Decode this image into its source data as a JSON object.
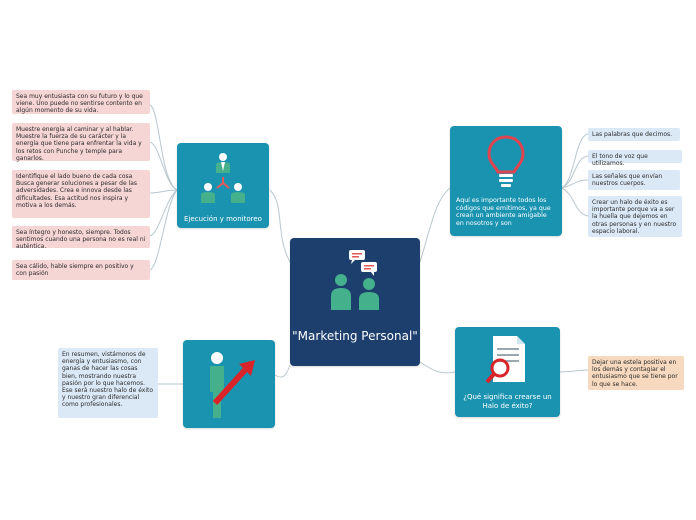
{
  "colors": {
    "central": "#1c3f6e",
    "topic": "#1a93b0",
    "note_pink": "#f6d5d5",
    "note_blue": "#dbe9f6",
    "note_peach": "#f6d9be",
    "connector": "#b9c7cf"
  },
  "central": {
    "title": "\"Marketing Personal\"",
    "icon": "two-people-chat-icon"
  },
  "topics": {
    "execution": {
      "label": "Ejecución y monitoreo",
      "icon": "team-hierarchy-icon"
    },
    "codes": {
      "label": "Aquí es importante todos los códigos que emitimos, ya que crean un ambiente amigable en nosotros y son",
      "icon": "lightbulb-icon"
    },
    "summary": {
      "label": "",
      "icon": "growth-person-arrow-icon"
    },
    "halo": {
      "label": "¿Qué significa crearse un Halo de éxito?",
      "icon": "document-magnifier-icon"
    }
  },
  "left_notes": [
    "Sea muy entusiasta con su futuro y lo que viene. Uno puede no sentirse contento en algún momento de su vida.",
    "Muestre energía al caminar y al hablar. Muestre la fuerza de su carácter y la energía que tiene para enfrentar la vida y los retos con Punche y temple para ganarlos.",
    "Identifique el lado bueno de cada cosa\nBusca generar soluciones a pesar de las adversidades. Crea e innova desde las dificultades. Esa actitud nos inspira y motiva a los demás.",
    "Sea íntegro y honesto, siempre. Todos sentimos cuando una persona no es real ni auténtica.",
    "Sea cálido, hable siempre en positivo y con pasión"
  ],
  "right_notes": [
    "Las palabras que decimos.",
    "El tono de voz que utilizamos.",
    "Las señales que envían nuestros cuerpos.",
    "Crear un halo de éxito es importante porque va a ser la huella que dejemos en otras personas y en nuestro espacio laboral."
  ],
  "summary_note": "En resumen, vistámonos de energía y entusiasmo, con ganas de hacer las cosas bien, mostrando nuestra pasión por lo que hacemos. Ese será nuestro halo de éxito y nuestro gran diferencial como profesionales.",
  "halo_note": "Dejar una estela positiva en los demás y contagiar el entusiasmo que se tiene por lo que se hace."
}
